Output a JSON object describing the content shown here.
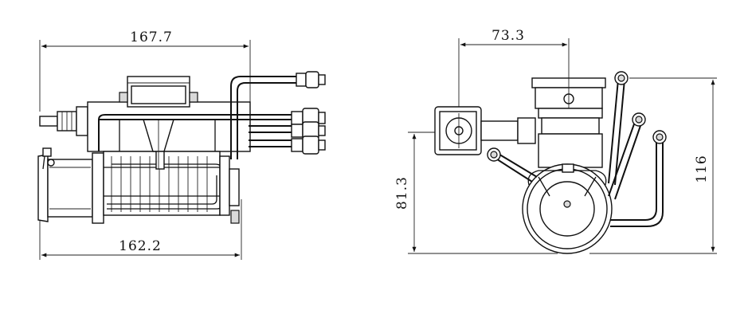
{
  "dimensions": {
    "side_view_top_width": "167.7",
    "side_view_bottom_width": "162.2",
    "front_view_offset_width": "73.3",
    "front_view_height_left": "81.3",
    "front_view_height_right": "116"
  }
}
